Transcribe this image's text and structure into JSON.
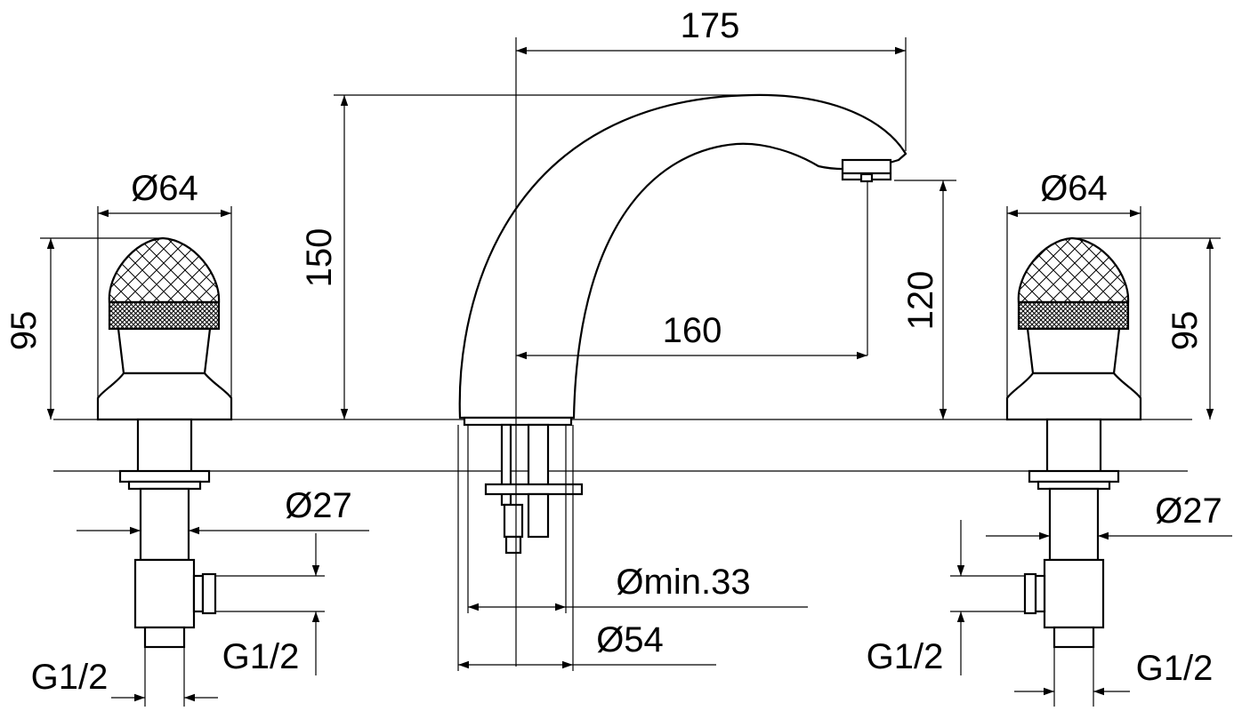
{
  "dimensions": {
    "spout_reach": "175",
    "spout_height": "150",
    "outlet_height": "120",
    "outlet_offset": "160",
    "handle_diameter_left": "Ø64",
    "handle_diameter_right": "Ø64",
    "handle_height_left": "95",
    "handle_height_right": "95",
    "shank_diameter_left": "Ø27",
    "shank_diameter_right": "Ø27",
    "hole_min": "Ømin.33",
    "base_diameter": "Ø54",
    "connection_left_outer": "G1/2",
    "connection_left_inner": "G1/2",
    "connection_right_inner": "G1/2",
    "connection_right_outer": "G1/2"
  }
}
